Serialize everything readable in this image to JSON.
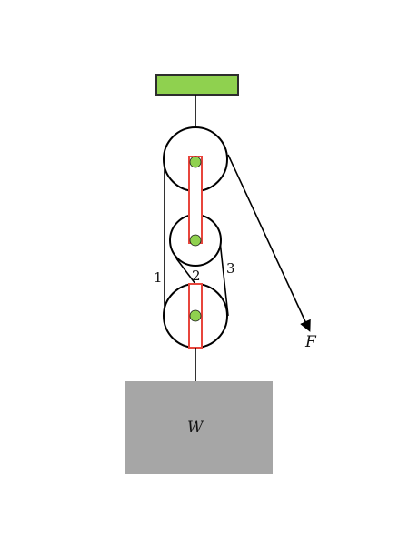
{
  "labels": {
    "rope_1": "1",
    "rope_2": "2",
    "rope_3": "3",
    "force": "F",
    "weight": "W"
  },
  "colors": {
    "ceiling_mount": "#8fd14f",
    "ceiling_mount_border": "#2d2d2d",
    "strap": "#e8453c",
    "axle": "#8fd14f",
    "weight_box": "#a6a6a6",
    "rope": "#000000"
  }
}
